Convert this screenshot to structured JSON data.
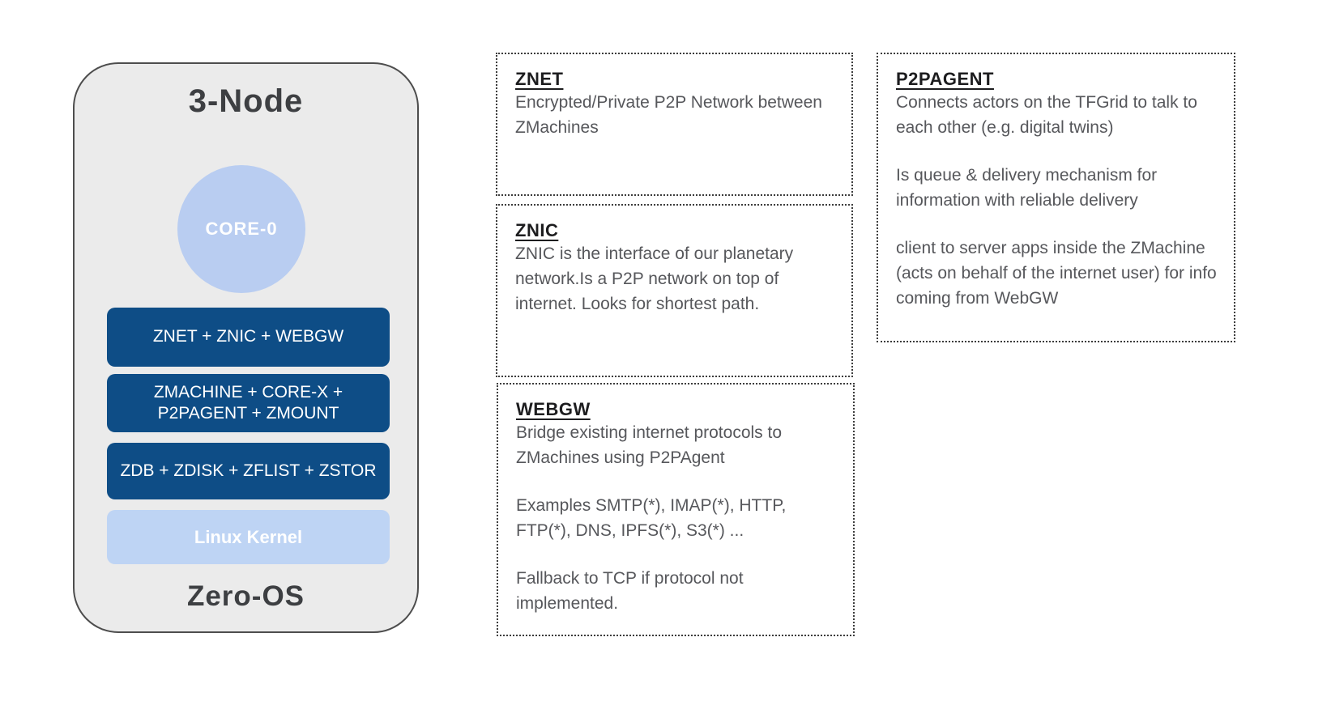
{
  "node": {
    "title": "3-Node",
    "core_label": "CORE-0",
    "os_label": "Zero-OS",
    "stack": [
      {
        "label": "ZNET +  ZNIC + WEBGW",
        "style": "dark"
      },
      {
        "label": "ZMACHINE + CORE-X +\nP2PAGENT + ZMOUNT",
        "style": "dark"
      },
      {
        "label": "ZDB + ZDISK + ZFLIST + ZSTOR",
        "style": "dark"
      },
      {
        "label": "Linux Kernel",
        "style": "light"
      }
    ]
  },
  "notes": [
    {
      "title": "ZNET",
      "paragraphs": [
        "Encrypted/Private P2P Network between ZMachines"
      ]
    },
    {
      "title": "ZNIC",
      "paragraphs": [
        "ZNIC is the interface of our planetary network.Is a P2P network on top of internet. Looks for shortest path."
      ]
    },
    {
      "title": "WEBGW",
      "paragraphs": [
        "Bridge existing internet protocols to ZMachines using P2PAgent",
        "Examples SMTP(*), IMAP(*), HTTP, FTP(*), DNS, IPFS(*), S3(*) ...",
        "Fallback to TCP if protocol not implemented."
      ]
    },
    {
      "title": "P2PAGENT",
      "paragraphs": [
        "Connects actors on the TFGrid to talk to each other (e.g. digital twins)",
        "Is queue & delivery mechanism for information with reliable delivery",
        "client to server apps inside the ZMachine (acts on behalf of the internet user) for info coming from WebGW"
      ]
    }
  ],
  "colors": {
    "stack_dark_blue": "#0e4d86",
    "stack_light_blue": "#bed4f4",
    "circle_blue": "#b9cdf1",
    "container_fill": "#ebebeb",
    "container_border": "#4d4d4d",
    "heading_text": "#3d3f42",
    "note_border": "#3c3c3c",
    "note_title_text": "#1d1d1f",
    "note_body_text": "#56575b"
  }
}
